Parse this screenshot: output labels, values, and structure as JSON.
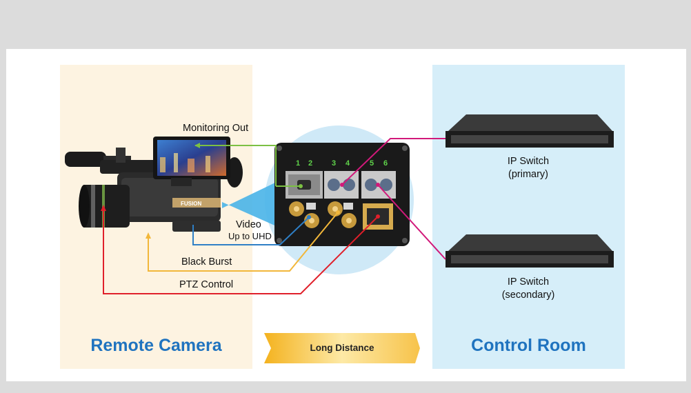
{
  "panels": {
    "left_title": "Remote Camera",
    "right_title": "Control Room"
  },
  "banner": {
    "label": "Long Distance"
  },
  "signals": {
    "monitoring_out": "Monitoring Out",
    "video_line1": "Video",
    "video_line2": "Up to UHD",
    "black_burst": "Black Burst",
    "ptz_control": "PTZ Control"
  },
  "converter": {
    "port_numbers": [
      "1",
      "2",
      "3",
      "4",
      "5",
      "6"
    ]
  },
  "switches": [
    {
      "line1": "IP Switch",
      "line2": "(primary)"
    },
    {
      "line1": "IP Switch",
      "line2": "(secondary)"
    }
  ],
  "colors": {
    "monitoring": "#7cc043",
    "video": "#2e7fc6",
    "black_burst": "#f2b73a",
    "ptz": "#e01f2a",
    "ip_link": "#d1197a",
    "title": "#1f73bf"
  }
}
